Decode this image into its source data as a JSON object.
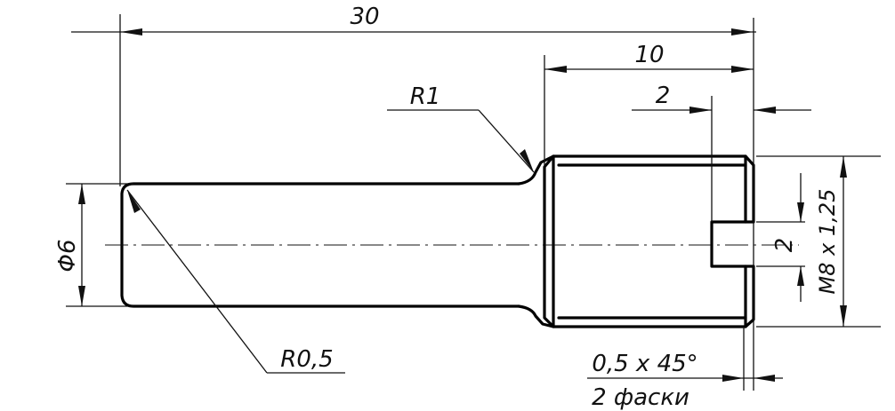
{
  "dimensions": {
    "overall_length": "30",
    "thread_length": "10",
    "slot_depth": "2",
    "slot_width": "2",
    "shaft_diameter": "Φ6",
    "thread_spec": "M8 x 1,25",
    "fillet_large": "R1",
    "fillet_small": "R0,5",
    "chamfer": "0,5 x 45°",
    "chamfer_count": "2 фаски"
  }
}
